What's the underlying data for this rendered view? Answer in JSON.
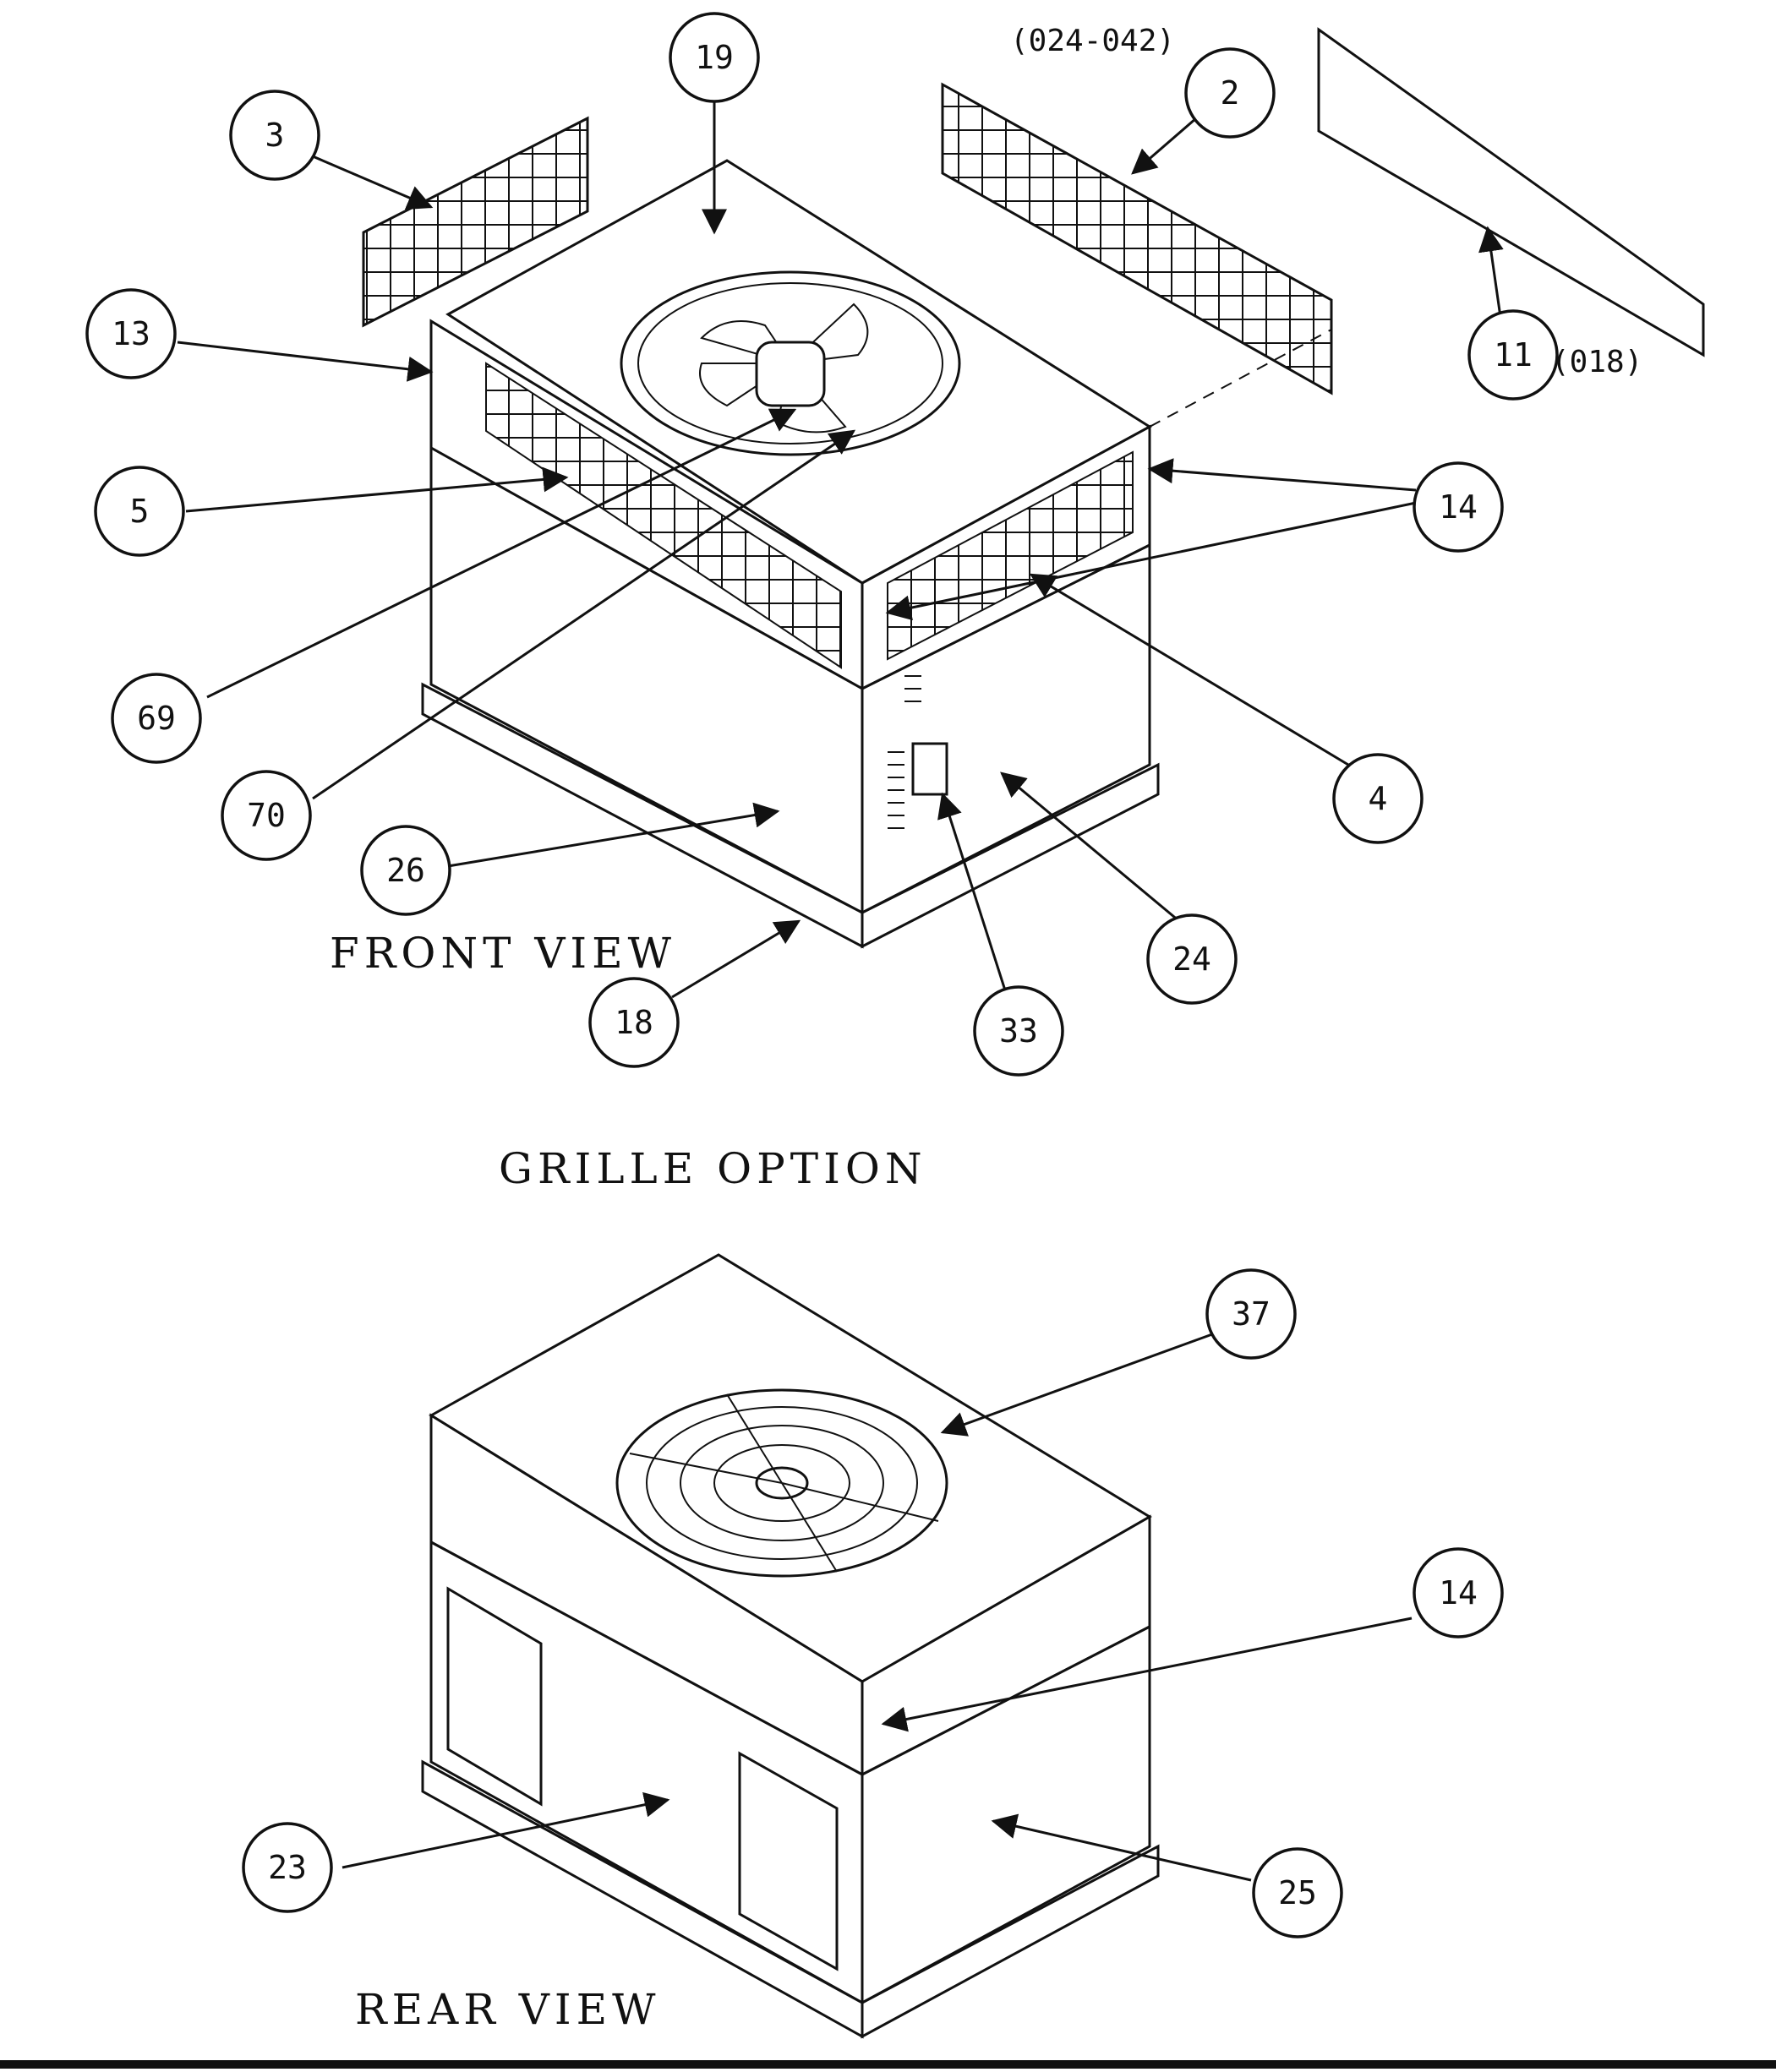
{
  "labels": {
    "front_view": "FRONT VIEW",
    "grille_option": "GRILLE OPTION",
    "rear_view": "REAR VIEW",
    "note_024_042": "(024-042)",
    "note_018": "(018)"
  },
  "callouts": {
    "c19": "19",
    "c3": "3",
    "c2": "2",
    "c11": "11",
    "c13": "13",
    "c5": "5",
    "c14a": "14",
    "c69": "69",
    "c70": "70",
    "c4": "4",
    "c26": "26",
    "c24": "24",
    "c18": "18",
    "c33": "33",
    "c37": "37",
    "c14b": "14",
    "c23": "23",
    "c25": "25"
  }
}
